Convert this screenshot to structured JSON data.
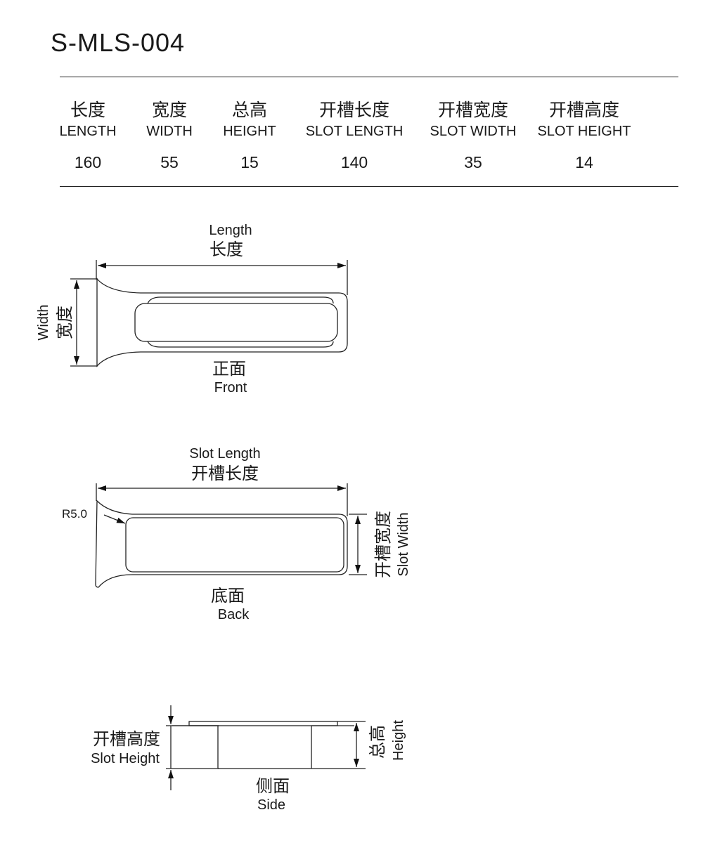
{
  "title": "S-MLS-004",
  "specs": [
    {
      "zh": "长度",
      "en": "LENGTH",
      "value": "160"
    },
    {
      "zh": "宽度",
      "en": "WIDTH",
      "value": "55"
    },
    {
      "zh": "总高",
      "en": "HEIGHT",
      "value": "15"
    },
    {
      "zh": "开槽长度",
      "en": "SLOT LENGTH",
      "value": "140"
    },
    {
      "zh": "开槽宽度",
      "en": "SLOT WIDTH",
      "value": "35"
    },
    {
      "zh": "开槽高度",
      "en": "SLOT HEIGHT",
      "value": "14"
    }
  ],
  "views": {
    "front": {
      "length_en": "Length",
      "length_zh": "长度",
      "width_en": "Width",
      "width_zh": "宽度",
      "name_zh": "正面",
      "name_en": "Front"
    },
    "back": {
      "slot_length_en": "Slot Length",
      "slot_length_zh": "开槽长度",
      "radius": "R5.0",
      "slot_width_zh": "开槽宽度",
      "slot_width_en": "Slot Width",
      "name_zh": "底面",
      "name_en": "Back"
    },
    "side": {
      "slot_height_zh": "开槽高度",
      "slot_height_en": "Slot Height",
      "height_zh": "总高",
      "height_en": "Height",
      "name_zh": "侧面",
      "name_en": "Side"
    }
  }
}
